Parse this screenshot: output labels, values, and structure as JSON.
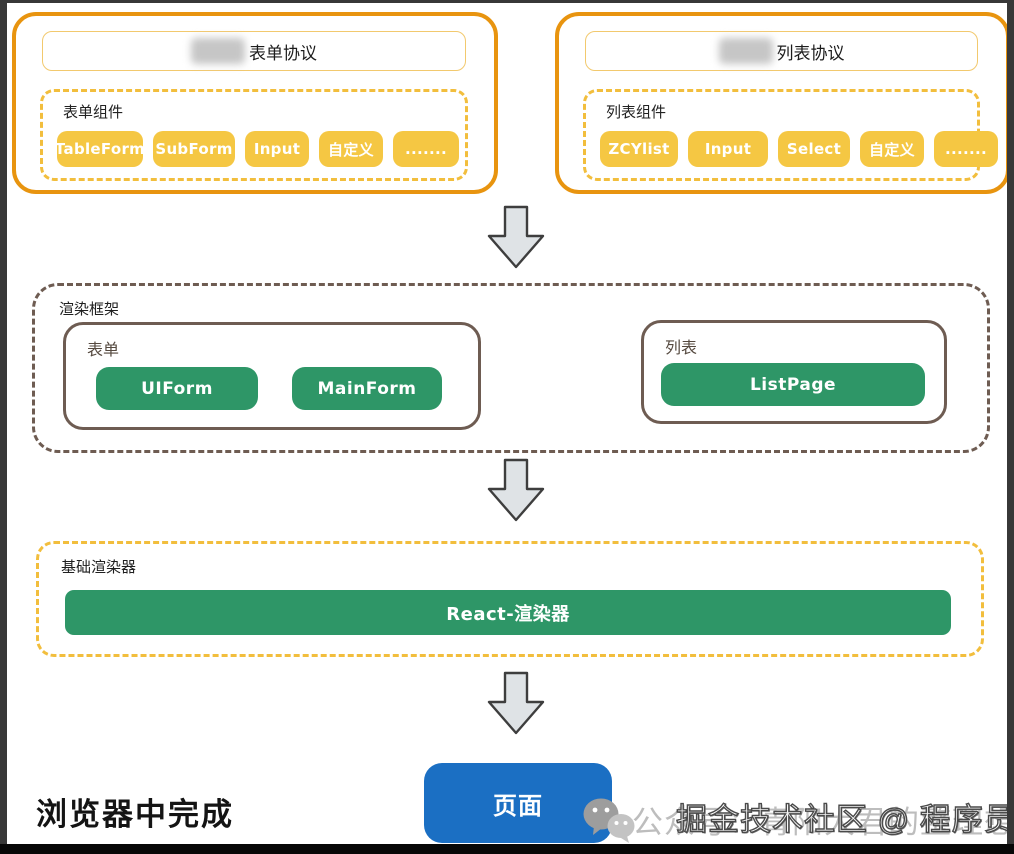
{
  "protocol_form": {
    "title": "表单协议",
    "components_label": "表单组件",
    "buttons": [
      "TableForm",
      "SubForm",
      "Input",
      "自定义",
      "......."
    ]
  },
  "protocol_list": {
    "title": "列表协议",
    "components_label": "列表组件",
    "buttons": [
      "ZCYlist",
      "Input",
      "Select",
      "自定义",
      "......."
    ]
  },
  "framework": {
    "label": "渲染框架",
    "form_group": {
      "label": "表单",
      "buttons": [
        "UIForm",
        "MainForm"
      ]
    },
    "list_group": {
      "label": "列表",
      "buttons": [
        "ListPage"
      ]
    }
  },
  "renderer": {
    "label": "基础渲染器",
    "button": "React-渲染器"
  },
  "page": {
    "button": "页面"
  },
  "caption": "浏览器中完成",
  "watermark": {
    "account_text": "公众号：青阳大君的整理想星",
    "overlay_text": "掘金技术社区 @ 程序员库里",
    "icon": "wechat-icon"
  },
  "colors": {
    "orange_border": "#E8940F",
    "yellow_dash": "#F2BE3D",
    "yellow_pill": "#F5C743",
    "green": "#2E9667",
    "brown": "#6E5C52",
    "blue": "#1B6FC3",
    "arrow_fill": "#DFE3E6"
  }
}
